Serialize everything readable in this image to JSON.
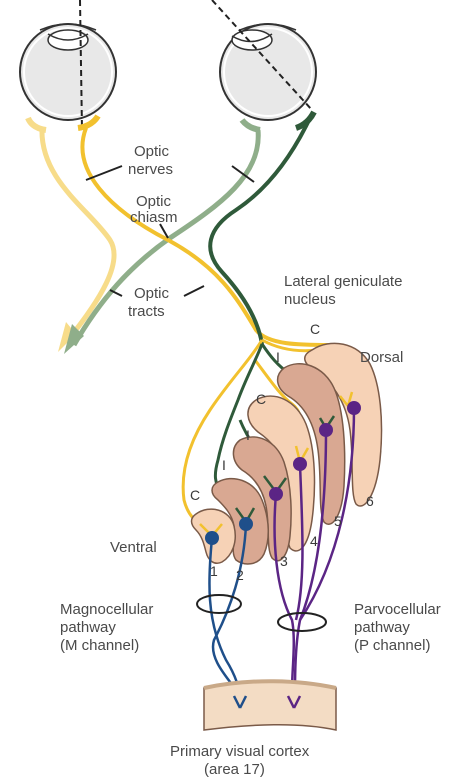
{
  "labels": {
    "optic_nerves_1": "Optic",
    "optic_nerves_2": "nerves",
    "optic_chiasm_1": "Optic",
    "optic_chiasm_2": "chiasm",
    "optic_tracts_1": "Optic",
    "optic_tracts_2": "tracts",
    "lgn_1": "Lateral geniculate",
    "lgn_2": "nucleus",
    "dorsal": "Dorsal",
    "ventral": "Ventral",
    "magno_1": "Magnocellular",
    "magno_2": "pathway",
    "magno_3": "(M channel)",
    "parvo_1": "Parvocellular",
    "parvo_2": "pathway",
    "parvo_3": "(P channel)",
    "cortex_1": "Primary visual cortex",
    "cortex_2": "(area 17)"
  },
  "layer_marks": {
    "c1": "C",
    "i2": "I",
    "i3": "I",
    "c4": "C",
    "i5": "I",
    "c6": "C"
  },
  "layer_numbers": {
    "n1": "1",
    "n2": "2",
    "n3": "3",
    "n4": "4",
    "n5": "5",
    "n6": "6"
  },
  "colors": {
    "yellow": "#f2c12e",
    "pale_yellow": "#f7dc8a",
    "dark_green": "#2f5a3a",
    "sage_green": "#8fae8a",
    "blue": "#1f4f8a",
    "purple": "#5b2585",
    "parvo_layer": "#f6d2b6",
    "magno_layer": "#d9a892",
    "layer_stroke": "#7a5a48",
    "eye_fill": "#e8e8e8",
    "label_text": "#4a4a4a"
  }
}
